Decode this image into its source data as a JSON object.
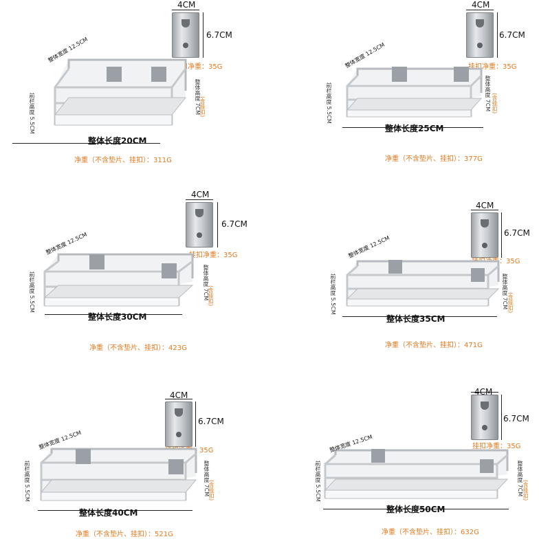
{
  "common": {
    "hook_width": "4CM",
    "hook_height": "6.7CM",
    "hook_weight": "挂扣净重：35G",
    "depth_label": "整体宽度",
    "depth_value": "12.5CM",
    "front_label": "前栏高度",
    "front_value": "5.5CM",
    "height_label": "整体高度",
    "height_value": "7CM",
    "height_note": "(含挂扣)"
  },
  "racks": [
    {
      "length": "整体长度20CM",
      "net": "净重（不含垫片、挂扣）：311G"
    },
    {
      "length": "整体长度25CM",
      "net": "净重（不含垫片、挂扣）：377G"
    },
    {
      "length": "整体长度30CM",
      "net": "净重（不含垫片、挂扣）：423G"
    },
    {
      "length": "整体长度35CM",
      "net": "净重（不含垫片、挂扣）：471G"
    },
    {
      "length": "整体长度40CM",
      "net": "净重（不含垫片、挂扣）：521G"
    },
    {
      "length": "整体长度50CM",
      "net": "净重（不含垫片、挂扣）：632G"
    }
  ]
}
